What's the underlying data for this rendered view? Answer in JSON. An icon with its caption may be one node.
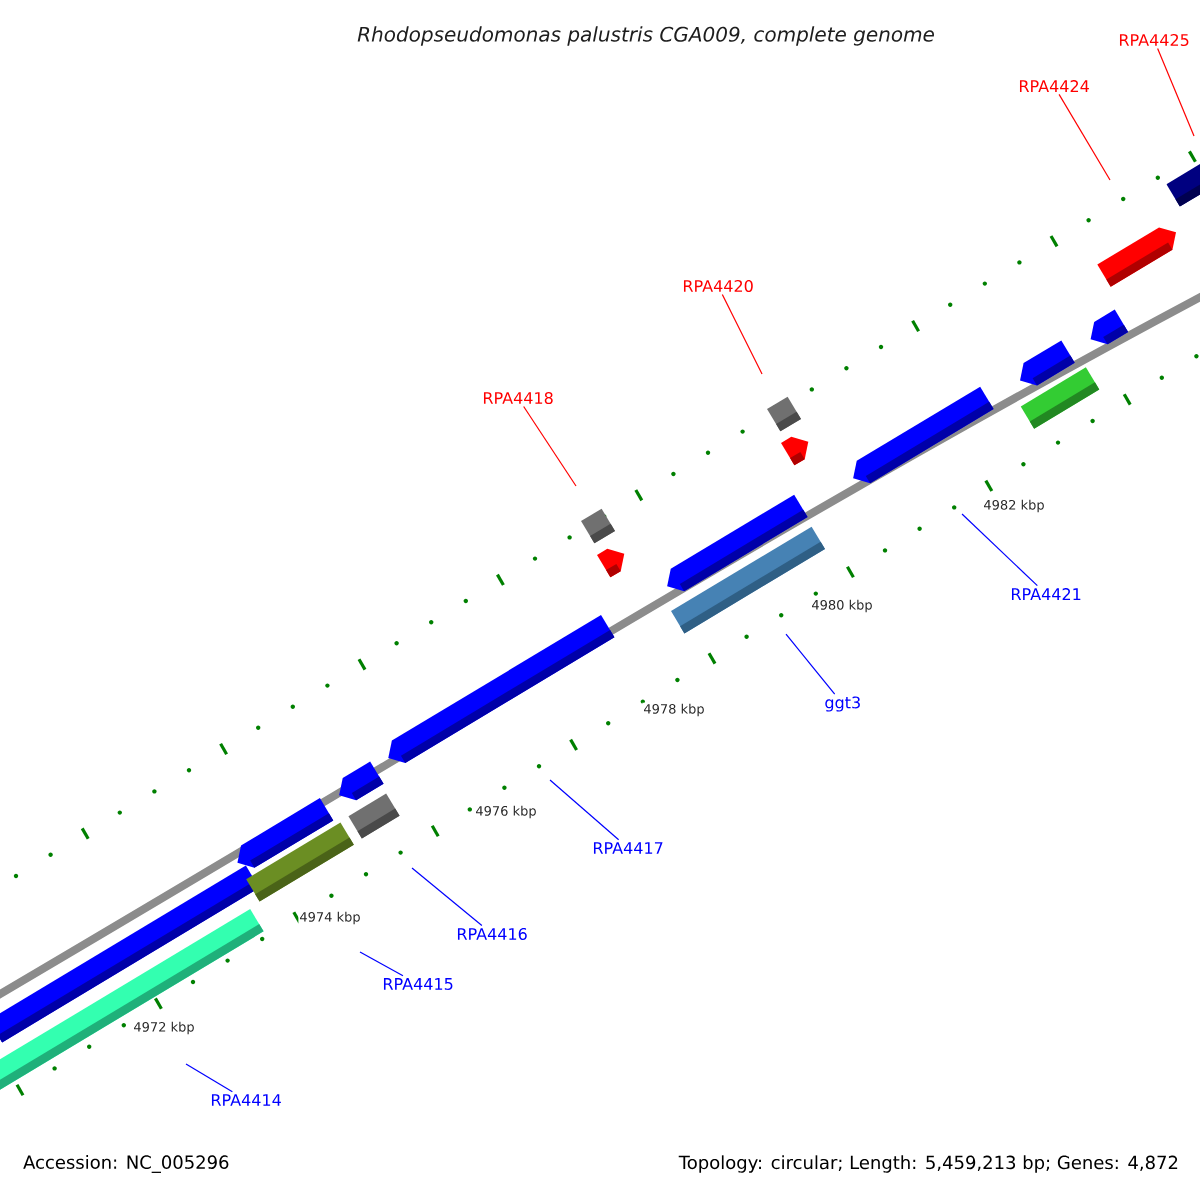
{
  "diagram": {
    "title": "Rhodopseudomonas palustris CGA009, complete genome",
    "nodes": [
      {
        "text": [
          "RPA4425"
        ]
      },
      {
        "text": [
          "RPA4424"
        ]
      },
      {
        "text": [
          "RPA4420"
        ]
      },
      {
        "text": [
          "RPA4418"
        ]
      },
      {
        "text": [
          "RPA4421"
        ]
      },
      {
        "text": [
          "ggt3"
        ]
      },
      {
        "text": [
          "RPA4417"
        ]
      },
      {
        "text": [
          "RPA4416"
        ]
      },
      {
        "text": [
          "RPA4415"
        ]
      },
      {
        "text": [
          "RPA4414"
        ]
      }
    ],
    "edges": [
      {
        "from": 0,
        "to": null,
        "arrow": "none",
        "color": "#ff0000"
      },
      {
        "from": 1,
        "to": null,
        "arrow": "none",
        "color": "#ff0000"
      },
      {
        "from": 2,
        "to": null,
        "arrow": "none",
        "color": "#ff0000"
      },
      {
        "from": 3,
        "to": null,
        "arrow": "none",
        "color": "#ff0000"
      },
      {
        "from": 4,
        "to": null,
        "arrow": "none"
      },
      {
        "from": 5,
        "to": null,
        "arrow": "none"
      },
      {
        "from": 6,
        "to": null,
        "arrow": "none"
      },
      {
        "from": 7,
        "to": null,
        "arrow": "none"
      },
      {
        "from": 8,
        "to": null,
        "arrow": "none"
      },
      {
        "from": 9,
        "to": null,
        "arrow": "none"
      }
    ],
    "labels": [
      "4982 kbp",
      "4980 kbp",
      "4978 kbp",
      "4976 kbp",
      "4974 kbp",
      "4972 kbp",
      "Accession: NC_005296",
      "Topology: circular; Length: 5,459,213 bp; Genes: 4,872"
    ]
  }
}
